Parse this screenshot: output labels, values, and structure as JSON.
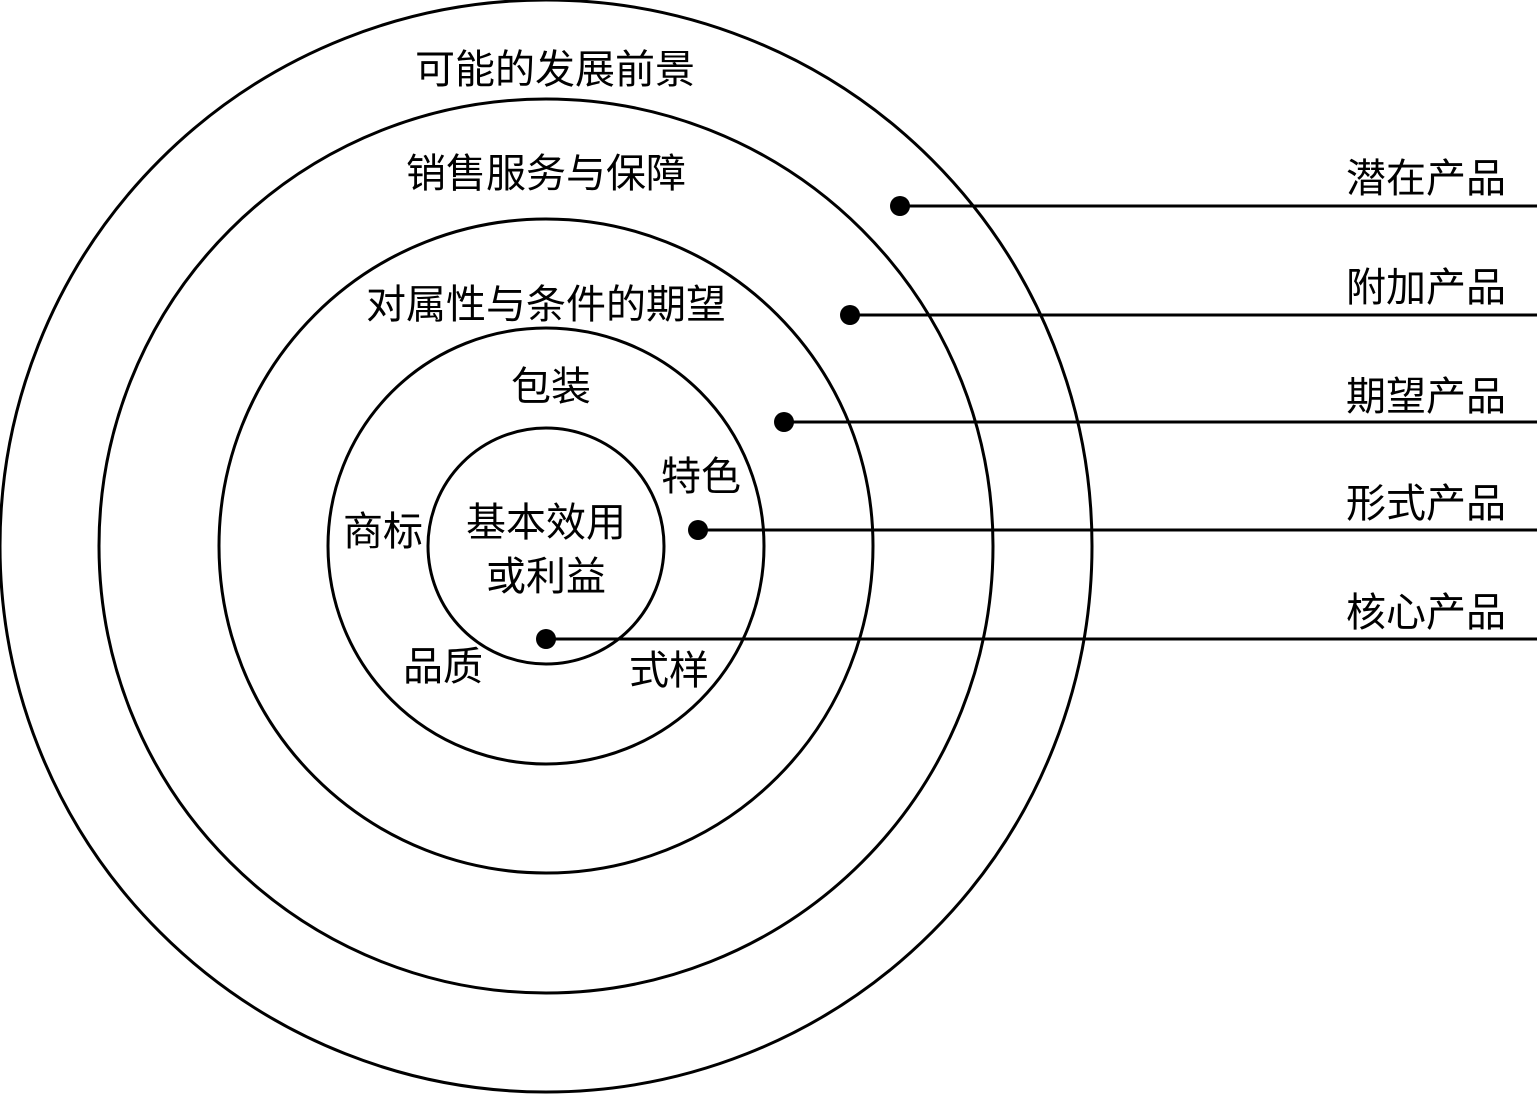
{
  "layers": [
    {
      "name": "潜在产品",
      "items": [
        "可能的发展前景"
      ]
    },
    {
      "name": "附加产品",
      "items": [
        "销售服务与保障"
      ]
    },
    {
      "name": "期望产品",
      "items": [
        "对属性与条件的期望"
      ]
    },
    {
      "name": "形式产品",
      "items": [
        "包装",
        "特色",
        "商标",
        "品质",
        "式样"
      ]
    },
    {
      "name": "核心产品",
      "items": [
        "基本效用",
        "或利益"
      ]
    }
  ]
}
